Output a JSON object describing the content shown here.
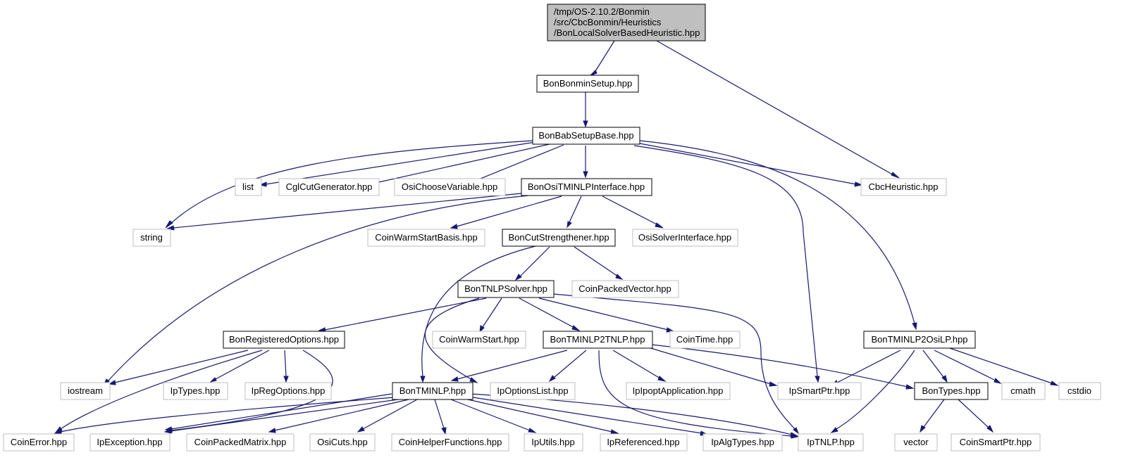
{
  "colors": {
    "edge": "#191970",
    "root_fill": "#bfbfbf",
    "project_border": "#000000",
    "external_border": "#bfbfbf",
    "text": "#000000",
    "background": "#ffffff"
  },
  "nodes": {
    "root": [
      "/tmp/OS-2.10.2/Bonmin",
      "/src/CbcBonmin/Heuristics",
      "/BonLocalSolverBasedHeuristic.hpp"
    ],
    "bonmin_setup": "BonBonminSetup.hpp",
    "bab_setup_base": "BonBabSetupBase.hpp",
    "list": "list",
    "cgl_cut_generator": "CglCutGenerator.hpp",
    "osi_choose_variable": "OsiChooseVariable.hpp",
    "osi_tminlp_interface": "BonOsiTMINLPInterface.hpp",
    "cbc_heuristic": "CbcHeuristic.hpp",
    "string": "string",
    "coin_warm_start_basis": "CoinWarmStartBasis.hpp",
    "cut_strengthener": "BonCutStrengthener.hpp",
    "osi_solver_interface": "OsiSolverInterface.hpp",
    "tnlp_solver": "BonTNLPSolver.hpp",
    "coin_packed_vector": "CoinPackedVector.hpp",
    "registered_options": "BonRegisteredOptions.hpp",
    "coin_warm_start": "CoinWarmStart.hpp",
    "tminlp2tnlp": "BonTMINLP2TNLP.hpp",
    "coin_time": "CoinTime.hpp",
    "tminlp2osilp": "BonTMINLP2OsiLP.hpp",
    "iostream": "iostream",
    "ip_types": "IpTypes.hpp",
    "ip_reg_options": "IpRegOptions.hpp",
    "tminlp": "BonTMINLP.hpp",
    "ip_options_list": "IpOptionsList.hpp",
    "ip_ipopt_application": "IpIpoptApplication.hpp",
    "ip_smart_ptr": "IpSmartPtr.hpp",
    "bon_types": "BonTypes.hpp",
    "cmath": "cmath",
    "cstdio": "cstdio",
    "coin_error": "CoinError.hpp",
    "ip_exception": "IpException.hpp",
    "coin_packed_matrix": "CoinPackedMatrix.hpp",
    "osi_cuts": "OsiCuts.hpp",
    "coin_helper_functions": "CoinHelperFunctions.hpp",
    "ip_utils": "IpUtils.hpp",
    "ip_referenced": "IpReferenced.hpp",
    "ip_alg_types": "IpAlgTypes.hpp",
    "ip_tnlp": "IpTNLP.hpp",
    "vector": "vector",
    "coin_smart_ptr": "CoinSmartPtr.hpp"
  }
}
